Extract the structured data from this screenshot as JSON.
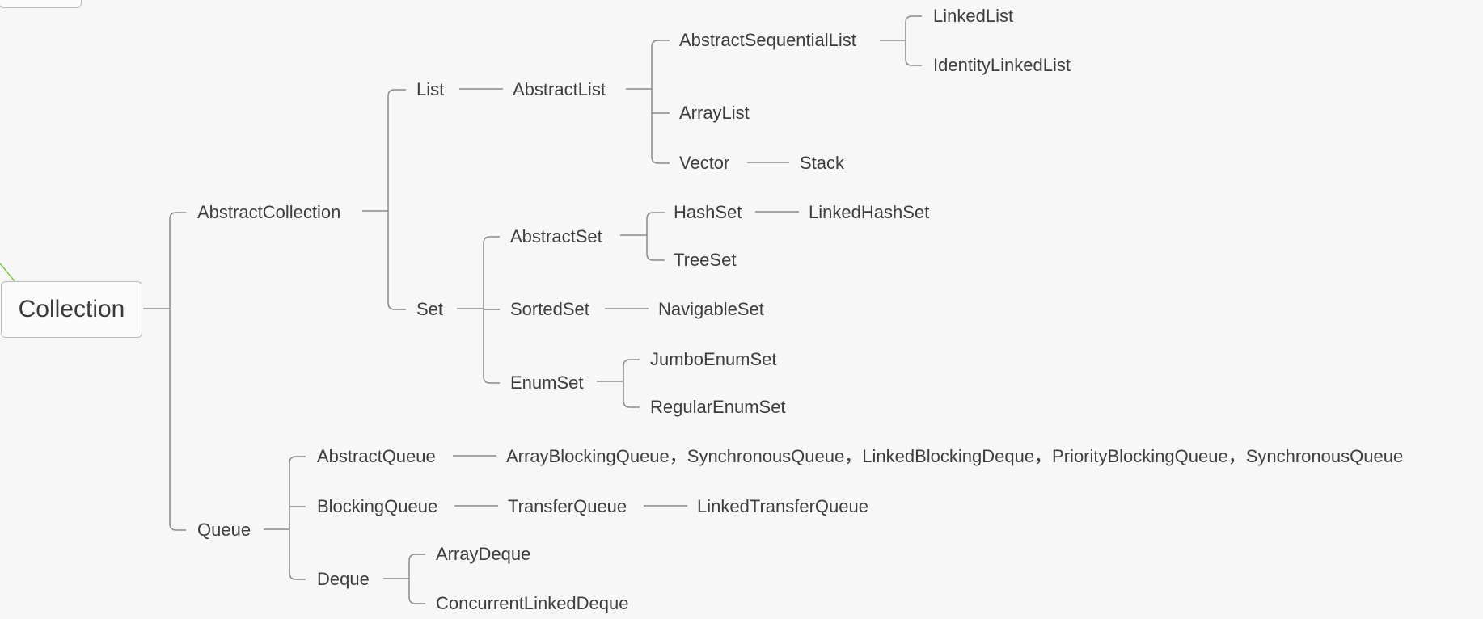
{
  "colors": {
    "background": "#f7f7f7",
    "line": "#8a8a8a",
    "text": "#3d3d3d",
    "accent_link": "#7ac943"
  },
  "root": {
    "label": "Collection"
  },
  "nodes": {
    "abstract_collection": "AbstractCollection",
    "list": "List",
    "abstract_list": "AbstractList",
    "abstract_sequential_list": "AbstractSequentialList",
    "linked_list": "LinkedList",
    "identity_linked_list": "IdentityLinkedList",
    "array_list": "ArrayList",
    "vector": "Vector",
    "stack": "Stack",
    "set": "Set",
    "abstract_set": "AbstractSet",
    "hash_set": "HashSet",
    "linked_hash_set": "LinkedHashSet",
    "tree_set": "TreeSet",
    "sorted_set": "SortedSet",
    "navigable_set": "NavigableSet",
    "enum_set": "EnumSet",
    "jumbo_enum_set": "JumboEnumSet",
    "regular_enum_set": "RegularEnumSet",
    "queue": "Queue",
    "abstract_queue": "AbstractQueue",
    "abstract_queue_impls": "ArrayBlockingQueue，SynchronousQueue，LinkedBlockingDeque，PriorityBlockingQueue，SynchronousQueue",
    "blocking_queue": "BlockingQueue",
    "transfer_queue": "TransferQueue",
    "linked_transfer_queue": "LinkedTransferQueue",
    "deque": "Deque",
    "array_deque": "ArrayDeque",
    "concurrent_linked_deque": "ConcurrentLinkedDeque"
  }
}
